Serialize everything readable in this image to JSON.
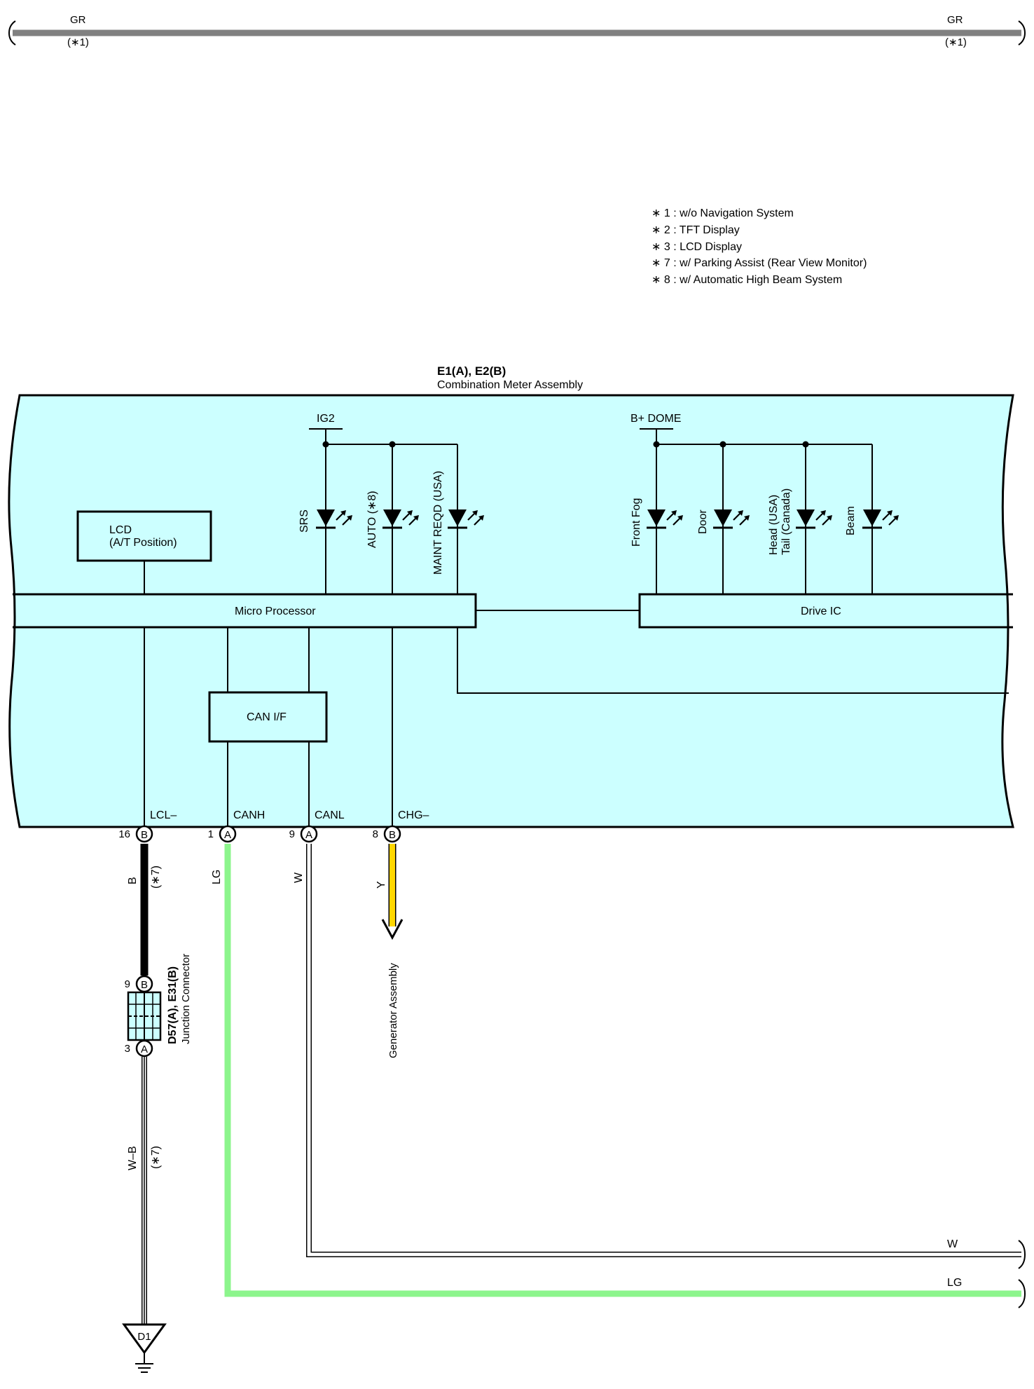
{
  "top_wire": {
    "color_code_left": "GR",
    "note_left": "(∗1)",
    "color_code_right": "GR",
    "note_right": "(∗1)"
  },
  "legend": [
    "∗ 1 : w/o Navigation System",
    "∗ 2 : TFT Display",
    "∗ 3 : LCD Display",
    "∗ 7 : w/ Parking Assist (Rear View Monitor)",
    "∗ 8 : w/ Automatic High Beam System"
  ],
  "meter": {
    "connector_id": "E1(A), E2(B)",
    "name": "Combination Meter Assembly",
    "lcd_line1": "LCD",
    "lcd_line2": "(A/T Position)",
    "micro_processor": "Micro Processor",
    "drive_ic": "Drive IC",
    "can_if": "CAN I/F",
    "ig2": "IG2",
    "bdome": "B+ DOME",
    "leds_left": [
      "SRS",
      "AUTO (∗8)",
      "MAINT REQD (USA)"
    ],
    "leds_right": [
      "Front Fog",
      "Door",
      "Head (USA)",
      "Tail (Canada)",
      "Beam"
    ],
    "pins": [
      {
        "name": "LCL–",
        "num": "16",
        "conn": "B"
      },
      {
        "name": "CANH",
        "num": "1",
        "conn": "A"
      },
      {
        "name": "CANL",
        "num": "9",
        "conn": "A"
      },
      {
        "name": "CHG–",
        "num": "8",
        "conn": "B"
      }
    ]
  },
  "wires": {
    "b_code": "B",
    "b_note": "(∗7)",
    "lg_code": "LG",
    "w_code": "W",
    "y_code": "Y",
    "wb_code": "W–B",
    "wb_note": "(∗7)",
    "w_right": "W",
    "lg_right": "LG"
  },
  "junction": {
    "id": "D57(A), E31(B)",
    "name": "Junction Connector",
    "top_pin": {
      "num": "9",
      "conn": "B"
    },
    "bottom_pin": {
      "num": "3",
      "conn": "A"
    }
  },
  "generator": "Generator Assembly",
  "ground": "D1",
  "colors": {
    "meter_fill": "#ccffff",
    "gr": "#808080",
    "lg": "#8cf58c",
    "y": "#ffd700",
    "b": "#000000"
  }
}
